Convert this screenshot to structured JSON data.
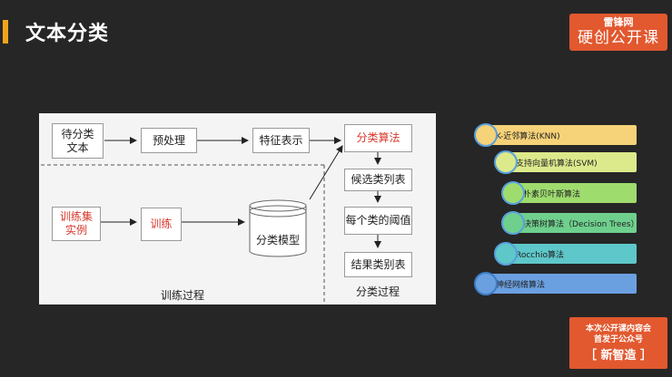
{
  "slide": {
    "title": "文本分类"
  },
  "brand": {
    "line1": "雷锋网",
    "line2": "硬创公开课"
  },
  "diagram": {
    "nodes": {
      "doc": "待分类\n文本",
      "preprocess": "预处理",
      "feature": "特征表示",
      "algo": "分类算法",
      "candidates": "候选类列表",
      "threshold": "每个类的阈值",
      "result": "结果类别表",
      "trainset": "训练集\n实例",
      "train": "训练",
      "model": "分类模型"
    },
    "captions": {
      "training": "训练过程",
      "classification": "分类过程"
    }
  },
  "algorithms": [
    {
      "label": "K-近邻算法(KNN)",
      "color": "#f6d278"
    },
    {
      "label": "支持向量机算法(SVM)",
      "color": "#dcea8b"
    },
    {
      "label": "朴素贝叶斯算法",
      "color": "#9fdc6e"
    },
    {
      "label": "决策树算法（Decision Trees）",
      "color": "#6fd08d"
    },
    {
      "label": "Rocchio算法",
      "color": "#5ec7c9"
    },
    {
      "label": "神经网络算法",
      "color": "#6ba0e0"
    }
  ],
  "footer": {
    "line1": "本次公开课内容会",
    "line2": "首发于公众号",
    "line3": "［  新智造  ］"
  }
}
